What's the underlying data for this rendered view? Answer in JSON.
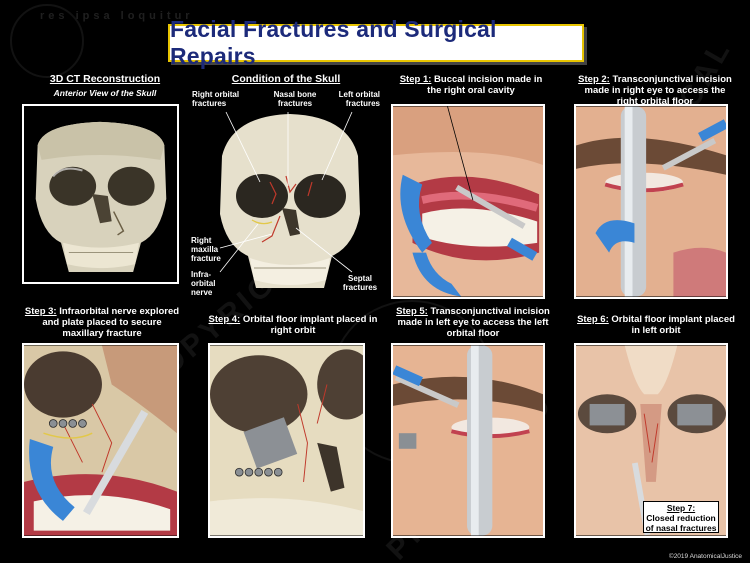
{
  "title": "Facial Fractures and Surgical Repairs",
  "watermark": {
    "text_a": "ANATOMICAL JUSTICE",
    "text_b": "PROTECTED",
    "text_c": "COPYRIGHT",
    "seal_text": "res ipsa loquitur"
  },
  "panels": {
    "ct": {
      "title": "3D CT Reconstruction",
      "subtitle": "Anterior View of the Skull"
    },
    "skull": {
      "title": "Condition of the Skull",
      "labels": {
        "right_orbital": "Right orbital fractures",
        "nasal_bone": "Nasal bone fractures",
        "left_orbital": "Left orbital fractures",
        "right_maxilla": "Right maxilla fracture",
        "infraorbital": "Infra-orbital nerve",
        "septal": "Septal fractures"
      }
    },
    "step1": {
      "step": "Step 1:",
      "text": "Buccal incision made in the right oral cavity"
    },
    "step2": {
      "step": "Step 2:",
      "text": "Transconjunctival incision made in right eye to access the right orbital floor"
    },
    "step3": {
      "step": "Step 3:",
      "text": "Infraorbital nerve explored and plate placed to secure maxillary fracture"
    },
    "step4": {
      "step": "Step 4:",
      "text": "Orbital floor implant placed in right orbit"
    },
    "step5": {
      "step": "Step 5:",
      "text": "Transconjunctival incision made in left eye to access the left orbital floor"
    },
    "step6": {
      "step": "Step 6:",
      "text": "Orbital floor implant placed in left orbit"
    },
    "step7": {
      "step": "Step 7:",
      "text": "Closed reduction of nasal fractures"
    }
  },
  "copyright": "©2019 AnatomicalJustice",
  "colors": {
    "title_text": "#1c2a7a",
    "title_border": "#e7c400",
    "retractor": "#3a86d6",
    "skin": "#e7b89a",
    "bone": "#e9e0c4",
    "gum": "#d95a6a"
  }
}
